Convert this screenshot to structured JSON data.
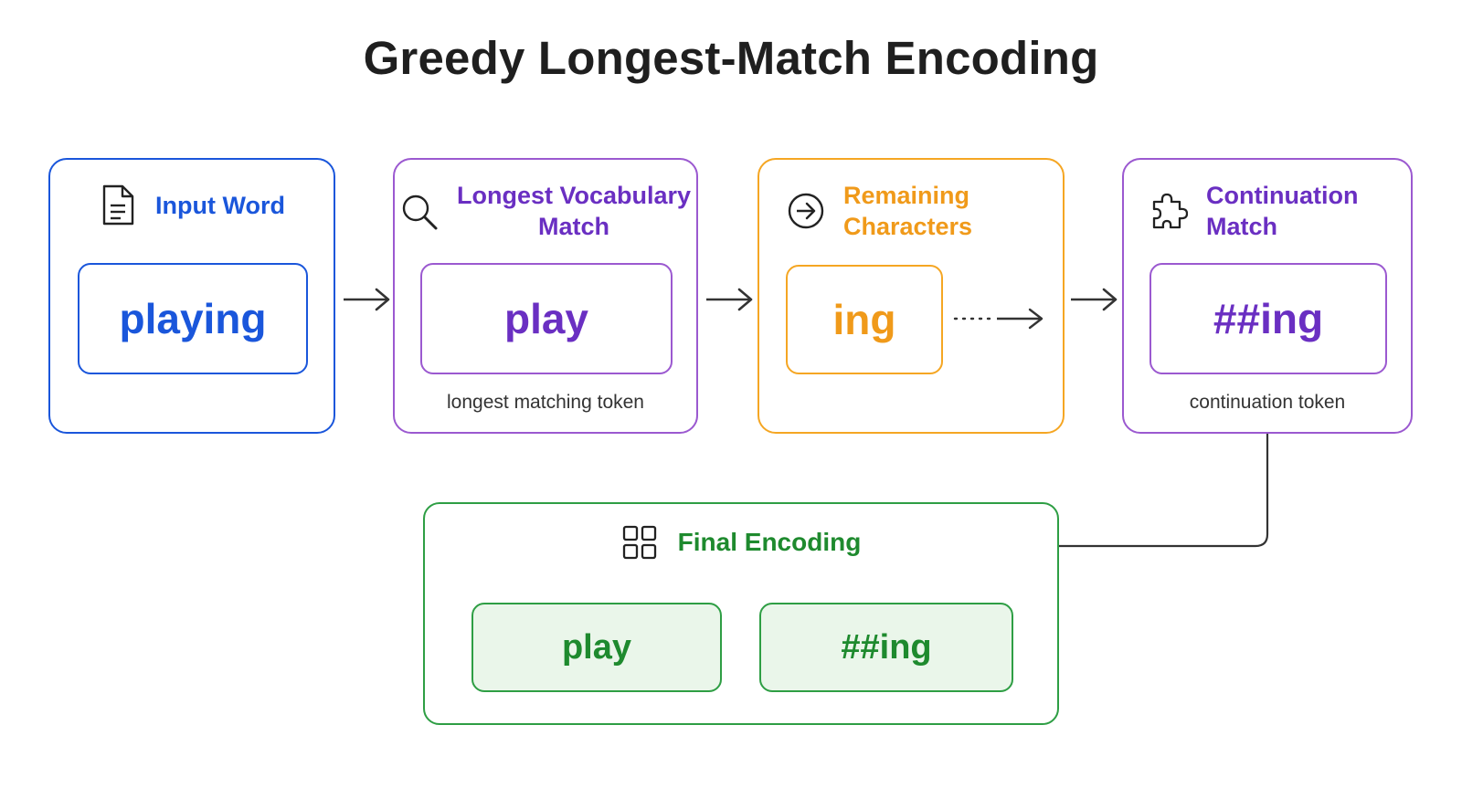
{
  "title": "Greedy Longest-Match Encoding",
  "colors": {
    "blue": "#1a56db",
    "purple": "#6a2fc2",
    "orange": "#f09a1a",
    "green": "#1e8a2e",
    "arrow": "#333333"
  },
  "stages": [
    {
      "label": "Input Word",
      "icon": "document-icon",
      "token": "playing",
      "caption": ""
    },
    {
      "label_lines": [
        "Longest Vocabulary",
        "Match"
      ],
      "icon": "search-icon",
      "token": "play",
      "caption": "longest matching token"
    },
    {
      "label_lines": [
        "Remaining",
        "Characters"
      ],
      "icon": "arrow-circle-icon",
      "token": "ing",
      "caption": ""
    },
    {
      "label_lines": [
        "Continuation",
        "Match"
      ],
      "icon": "puzzle-icon",
      "token": "##ing",
      "caption": "continuation token"
    }
  ],
  "final": {
    "label": "Final Encoding",
    "icon": "grid-icon",
    "tokens": [
      "play",
      "##ing"
    ]
  }
}
